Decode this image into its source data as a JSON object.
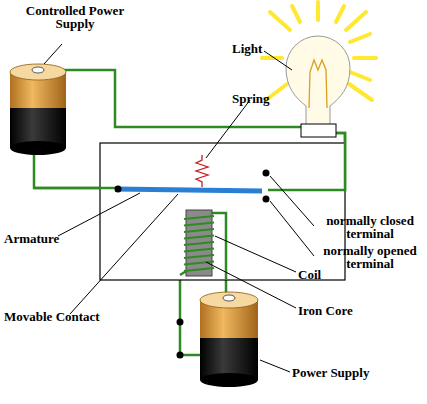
{
  "diagram": {
    "labels": [
      "Controlled Power Supply",
      "Light",
      "Spring",
      "normally closed terminal",
      "Armature",
      "normally opened terminal",
      "Coil",
      "Iron Core",
      "Movable Contact",
      "Power Supply"
    ]
  }
}
